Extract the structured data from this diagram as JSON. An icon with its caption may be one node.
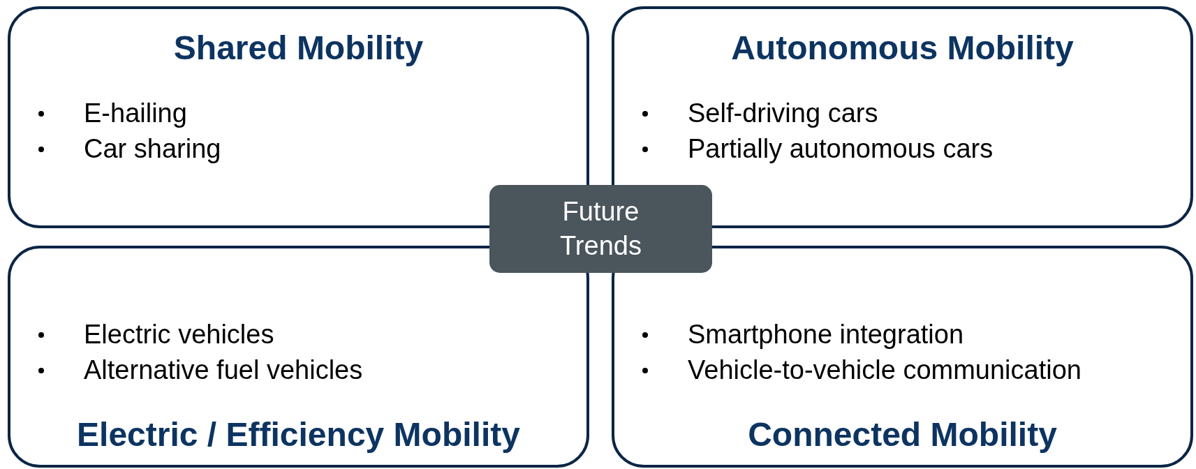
{
  "diagram": {
    "nodes": [
      {
        "text": [
          "Shared Mobility",
          "E-hailing",
          "Car sharing"
        ]
      },
      {
        "text": [
          "Autonomous Mobility",
          "Self-driving cars",
          "Partially autonomous cars"
        ]
      },
      {
        "text": [
          "Electric vehicles",
          "Alternative fuel vehicles",
          "Electric / Efficiency Mobility"
        ]
      },
      {
        "text": [
          "Smartphone integration",
          "Vehicle-to-vehicle communication",
          "Connected Mobility"
        ]
      },
      {
        "text": [
          "Future Trends"
        ]
      }
    ]
  }
}
